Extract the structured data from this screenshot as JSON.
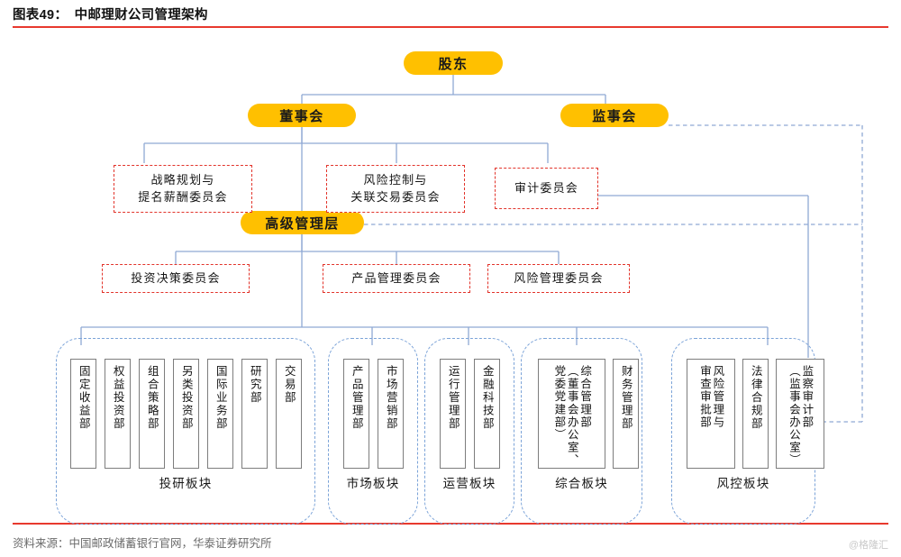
{
  "header": {
    "figure_label": "图表49：",
    "title": "中邮理财公司管理架构",
    "full_title": "图表49：　中邮理财公司管理架构"
  },
  "footer": {
    "source": "资料来源：中国邮政储蓄银行官网，华泰证券研究所",
    "watermark": "@格隆汇"
  },
  "colors": {
    "pill_fill": "#FFC000",
    "committee_border": "#e2342b",
    "sector_border": "#7ba3d8",
    "wire": "#8fa9d4",
    "rule": "#e8392e",
    "dept_border": "#7d7d7d"
  },
  "chart_data": {
    "type": "diagram",
    "title": "中邮理财公司管理架构",
    "nodes": {
      "shareholder": "股东",
      "board_of_directors": "董事会",
      "board_of_supervisors": "监事会",
      "senior_management": "高级管理层"
    },
    "board_committees": [
      "战略规划与\n提名薪酬委员会",
      "风险控制与\n关联交易委员会",
      "审计委员会"
    ],
    "management_committees": [
      "投资决策委员会",
      "产品管理委员会",
      "风险管理委员会"
    ],
    "sectors": [
      {
        "label": "投研板块",
        "departments": [
          "固定收益部",
          "权益投资部",
          "组合策略部",
          "另类投资部",
          "国际业务部",
          "研究部",
          "交易部"
        ]
      },
      {
        "label": "市场板块",
        "departments": [
          "产品管理部",
          "市场营销部"
        ]
      },
      {
        "label": "运营板块",
        "departments": [
          "运行管理部",
          "金融科技部"
        ]
      },
      {
        "label": "综合板块",
        "departments": [
          "综合管理部（董事会办公室、党委党建部）",
          "财务管理部"
        ]
      },
      {
        "label": "风控板块",
        "departments": [
          "风险管理与审查审批部",
          "法律合规部",
          "监察审计部（监事会办公室）"
        ]
      }
    ],
    "edges": [
      {
        "from": "股东",
        "to": "董事会",
        "style": "solid"
      },
      {
        "from": "股东",
        "to": "监事会",
        "style": "solid"
      },
      {
        "from": "董事会",
        "to": "战略规划与提名薪酬委员会",
        "style": "solid"
      },
      {
        "from": "董事会",
        "to": "风险控制与关联交易委员会",
        "style": "solid"
      },
      {
        "from": "董事会",
        "to": "审计委员会",
        "style": "solid"
      },
      {
        "from": "董事会",
        "to": "高级管理层",
        "style": "solid"
      },
      {
        "from": "高级管理层",
        "to": "投资决策委员会",
        "style": "solid"
      },
      {
        "from": "高级管理层",
        "to": "产品管理委员会",
        "style": "solid"
      },
      {
        "from": "高级管理层",
        "to": "风险管理委员会",
        "style": "solid"
      },
      {
        "from": "高级管理层",
        "to": "投研板块",
        "style": "solid"
      },
      {
        "from": "高级管理层",
        "to": "市场板块",
        "style": "solid"
      },
      {
        "from": "高级管理层",
        "to": "运营板块",
        "style": "solid"
      },
      {
        "from": "高级管理层",
        "to": "综合板块",
        "style": "solid"
      },
      {
        "from": "高级管理层",
        "to": "风控板块",
        "style": "solid"
      },
      {
        "from": "审计委员会",
        "to": "监察审计部（监事会办公室）",
        "style": "solid"
      },
      {
        "from": "监事会",
        "to": "监察审计部（监事会办公室）",
        "style": "dashed"
      },
      {
        "from": "监事会",
        "to": "高级管理层",
        "style": "dashed"
      }
    ]
  },
  "sector_labels": {
    "s0": "投研板块",
    "s1": "市场板块",
    "s2": "运营板块",
    "s3": "综合板块",
    "s4": "风控板块"
  },
  "depts": {
    "d0": "固定收益部",
    "d1": "权益投资部",
    "d2": "组合策略部",
    "d3": "另类投资部",
    "d4": "国际业务部",
    "d5": "研究部",
    "d6": "交易部",
    "d7": "产品管理部",
    "d8": "市场营销部",
    "d9": "运行管理部",
    "d10": "金融科技部",
    "d11": "综合管理部（董事会办公室、党委党建部）",
    "d11a": "综合管理部",
    "d11b": "（董事会办公室、",
    "d11c": "党委党建部）",
    "d12": "财务管理部",
    "d13": "风险管理与",
    "d13b": "审查审批部",
    "d14": "法律合规部",
    "d15": "监察审计部",
    "d15b": "（监事会办公室）"
  },
  "committees": {
    "c0_l1": "战略规划与",
    "c0_l2": "提名薪酬委员会",
    "c1_l1": "风险控制与",
    "c1_l2": "关联交易委员会",
    "c2_l1": "审计委员会",
    "m0": "投资决策委员会",
    "m1": "产品管理委员会",
    "m2": "风险管理委员会"
  }
}
